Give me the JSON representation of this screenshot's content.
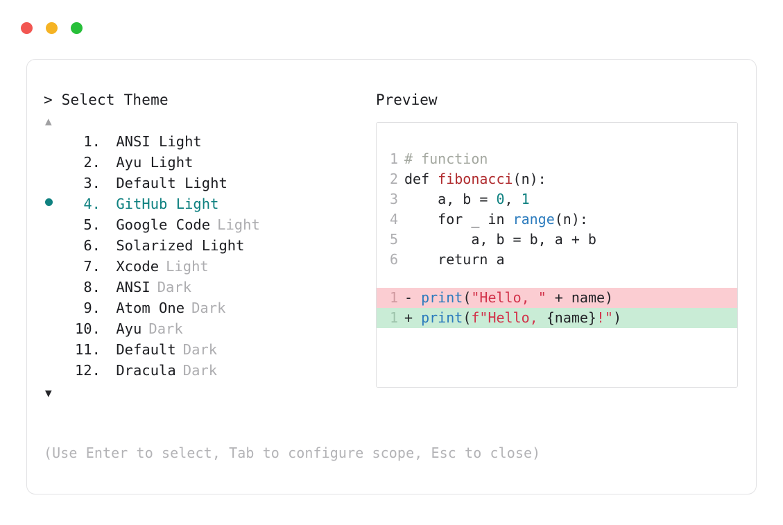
{
  "window": {
    "traffic_lights": [
      {
        "name": "close",
        "color": "#f25651"
      },
      {
        "name": "minimize",
        "color": "#f5b324"
      },
      {
        "name": "maximize",
        "color": "#27bf39"
      }
    ]
  },
  "picker": {
    "title": "> Select Theme",
    "scroll_up": "▲",
    "scroll_down": "▼",
    "hint": "(Use Enter to select, Tab to configure scope, Esc to close)",
    "selected_index": 4,
    "items": [
      {
        "index": "1.",
        "name": "ANSI Light",
        "variant": "",
        "selected": false
      },
      {
        "index": "2.",
        "name": "Ayu Light",
        "variant": "",
        "selected": false
      },
      {
        "index": "3.",
        "name": "Default Light",
        "variant": "",
        "selected": false
      },
      {
        "index": "4.",
        "name": "GitHub Light",
        "variant": "",
        "selected": true
      },
      {
        "index": "5.",
        "name": "Google Code",
        "variant": "Light",
        "selected": false
      },
      {
        "index": "6.",
        "name": "Solarized Light",
        "variant": "",
        "selected": false
      },
      {
        "index": "7.",
        "name": "Xcode",
        "variant": "Light",
        "selected": false
      },
      {
        "index": "8.",
        "name": "ANSI",
        "variant": "Dark",
        "selected": false
      },
      {
        "index": "9.",
        "name": "Atom One",
        "variant": "Dark",
        "selected": false
      },
      {
        "index": "10.",
        "name": "Ayu",
        "variant": "Dark",
        "selected": false
      },
      {
        "index": "11.",
        "name": "Default",
        "variant": "Dark",
        "selected": false
      },
      {
        "index": "12.",
        "name": "Dracula",
        "variant": "Dark",
        "selected": false
      }
    ]
  },
  "preview": {
    "title": "Preview",
    "code_lines": [
      {
        "ln": "1",
        "tokens": [
          {
            "t": "# function",
            "c": "tok-comment"
          }
        ]
      },
      {
        "ln": "2",
        "tokens": [
          {
            "t": "def ",
            "c": "tok-kw"
          },
          {
            "t": "fibonacci",
            "c": "tok-fnname"
          },
          {
            "t": "(n):",
            "c": "tok-plain"
          }
        ]
      },
      {
        "ln": "3",
        "tokens": [
          {
            "t": "    a, b = ",
            "c": "tok-plain"
          },
          {
            "t": "0",
            "c": "tok-num"
          },
          {
            "t": ", ",
            "c": "tok-plain"
          },
          {
            "t": "1",
            "c": "tok-num"
          }
        ]
      },
      {
        "ln": "4",
        "tokens": [
          {
            "t": "    for _ in ",
            "c": "tok-plain"
          },
          {
            "t": "range",
            "c": "tok-builtin"
          },
          {
            "t": "(n):",
            "c": "tok-plain"
          }
        ]
      },
      {
        "ln": "5",
        "tokens": [
          {
            "t": "        a, b = b, a + b",
            "c": "tok-plain"
          }
        ]
      },
      {
        "ln": "6",
        "tokens": [
          {
            "t": "    return a",
            "c": "tok-plain"
          }
        ]
      }
    ],
    "diff_lines": [
      {
        "ln": "1",
        "kind": "del",
        "sign": "- ",
        "tokens": [
          {
            "t": "print",
            "c": "tok-builtin"
          },
          {
            "t": "(",
            "c": "tok-plain"
          },
          {
            "t": "\"Hello, \"",
            "c": "tok-str"
          },
          {
            "t": " + name)",
            "c": "tok-plain"
          }
        ]
      },
      {
        "ln": "1",
        "kind": "add",
        "sign": "+ ",
        "tokens": [
          {
            "t": "print",
            "c": "tok-builtin"
          },
          {
            "t": "(",
            "c": "tok-plain"
          },
          {
            "t": "f\"Hello, ",
            "c": "tok-str"
          },
          {
            "t": "{name}",
            "c": "tok-plain"
          },
          {
            "t": "!\"",
            "c": "tok-str"
          },
          {
            "t": ")",
            "c": "tok-plain"
          }
        ]
      }
    ]
  },
  "colors": {
    "accent_teal": "#0f8180",
    "text": "#232428",
    "muted": "#adadb0",
    "border": "#e2e2e4",
    "diff_del_bg": "#fbcdd2",
    "diff_add_bg": "#c9ecd6"
  }
}
